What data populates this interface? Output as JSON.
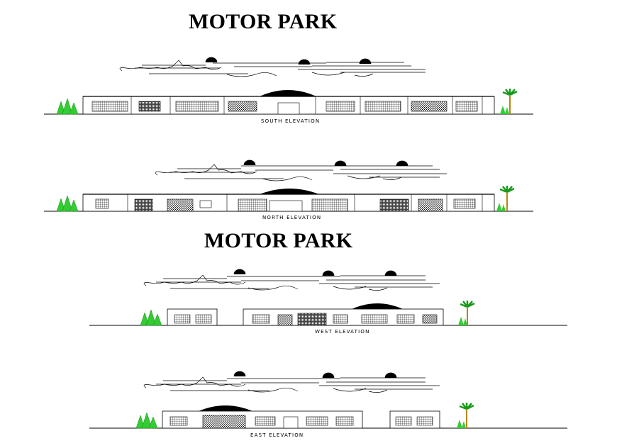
{
  "titles": {
    "top": "MOTOR PARK",
    "middle": "MOTOR PARK"
  },
  "elevations": [
    {
      "id": "south",
      "label": "SOUTH ELEVATION"
    },
    {
      "id": "north",
      "label": "NORTH ELEVATION"
    },
    {
      "id": "west",
      "label": "WEST ELEVATION"
    },
    {
      "id": "east",
      "label": "EAST ELEVATION"
    }
  ],
  "colors": {
    "line": "#000000",
    "tree": "#33cc33",
    "palm": "#1a9a1a",
    "trunk": "#b8860b"
  }
}
